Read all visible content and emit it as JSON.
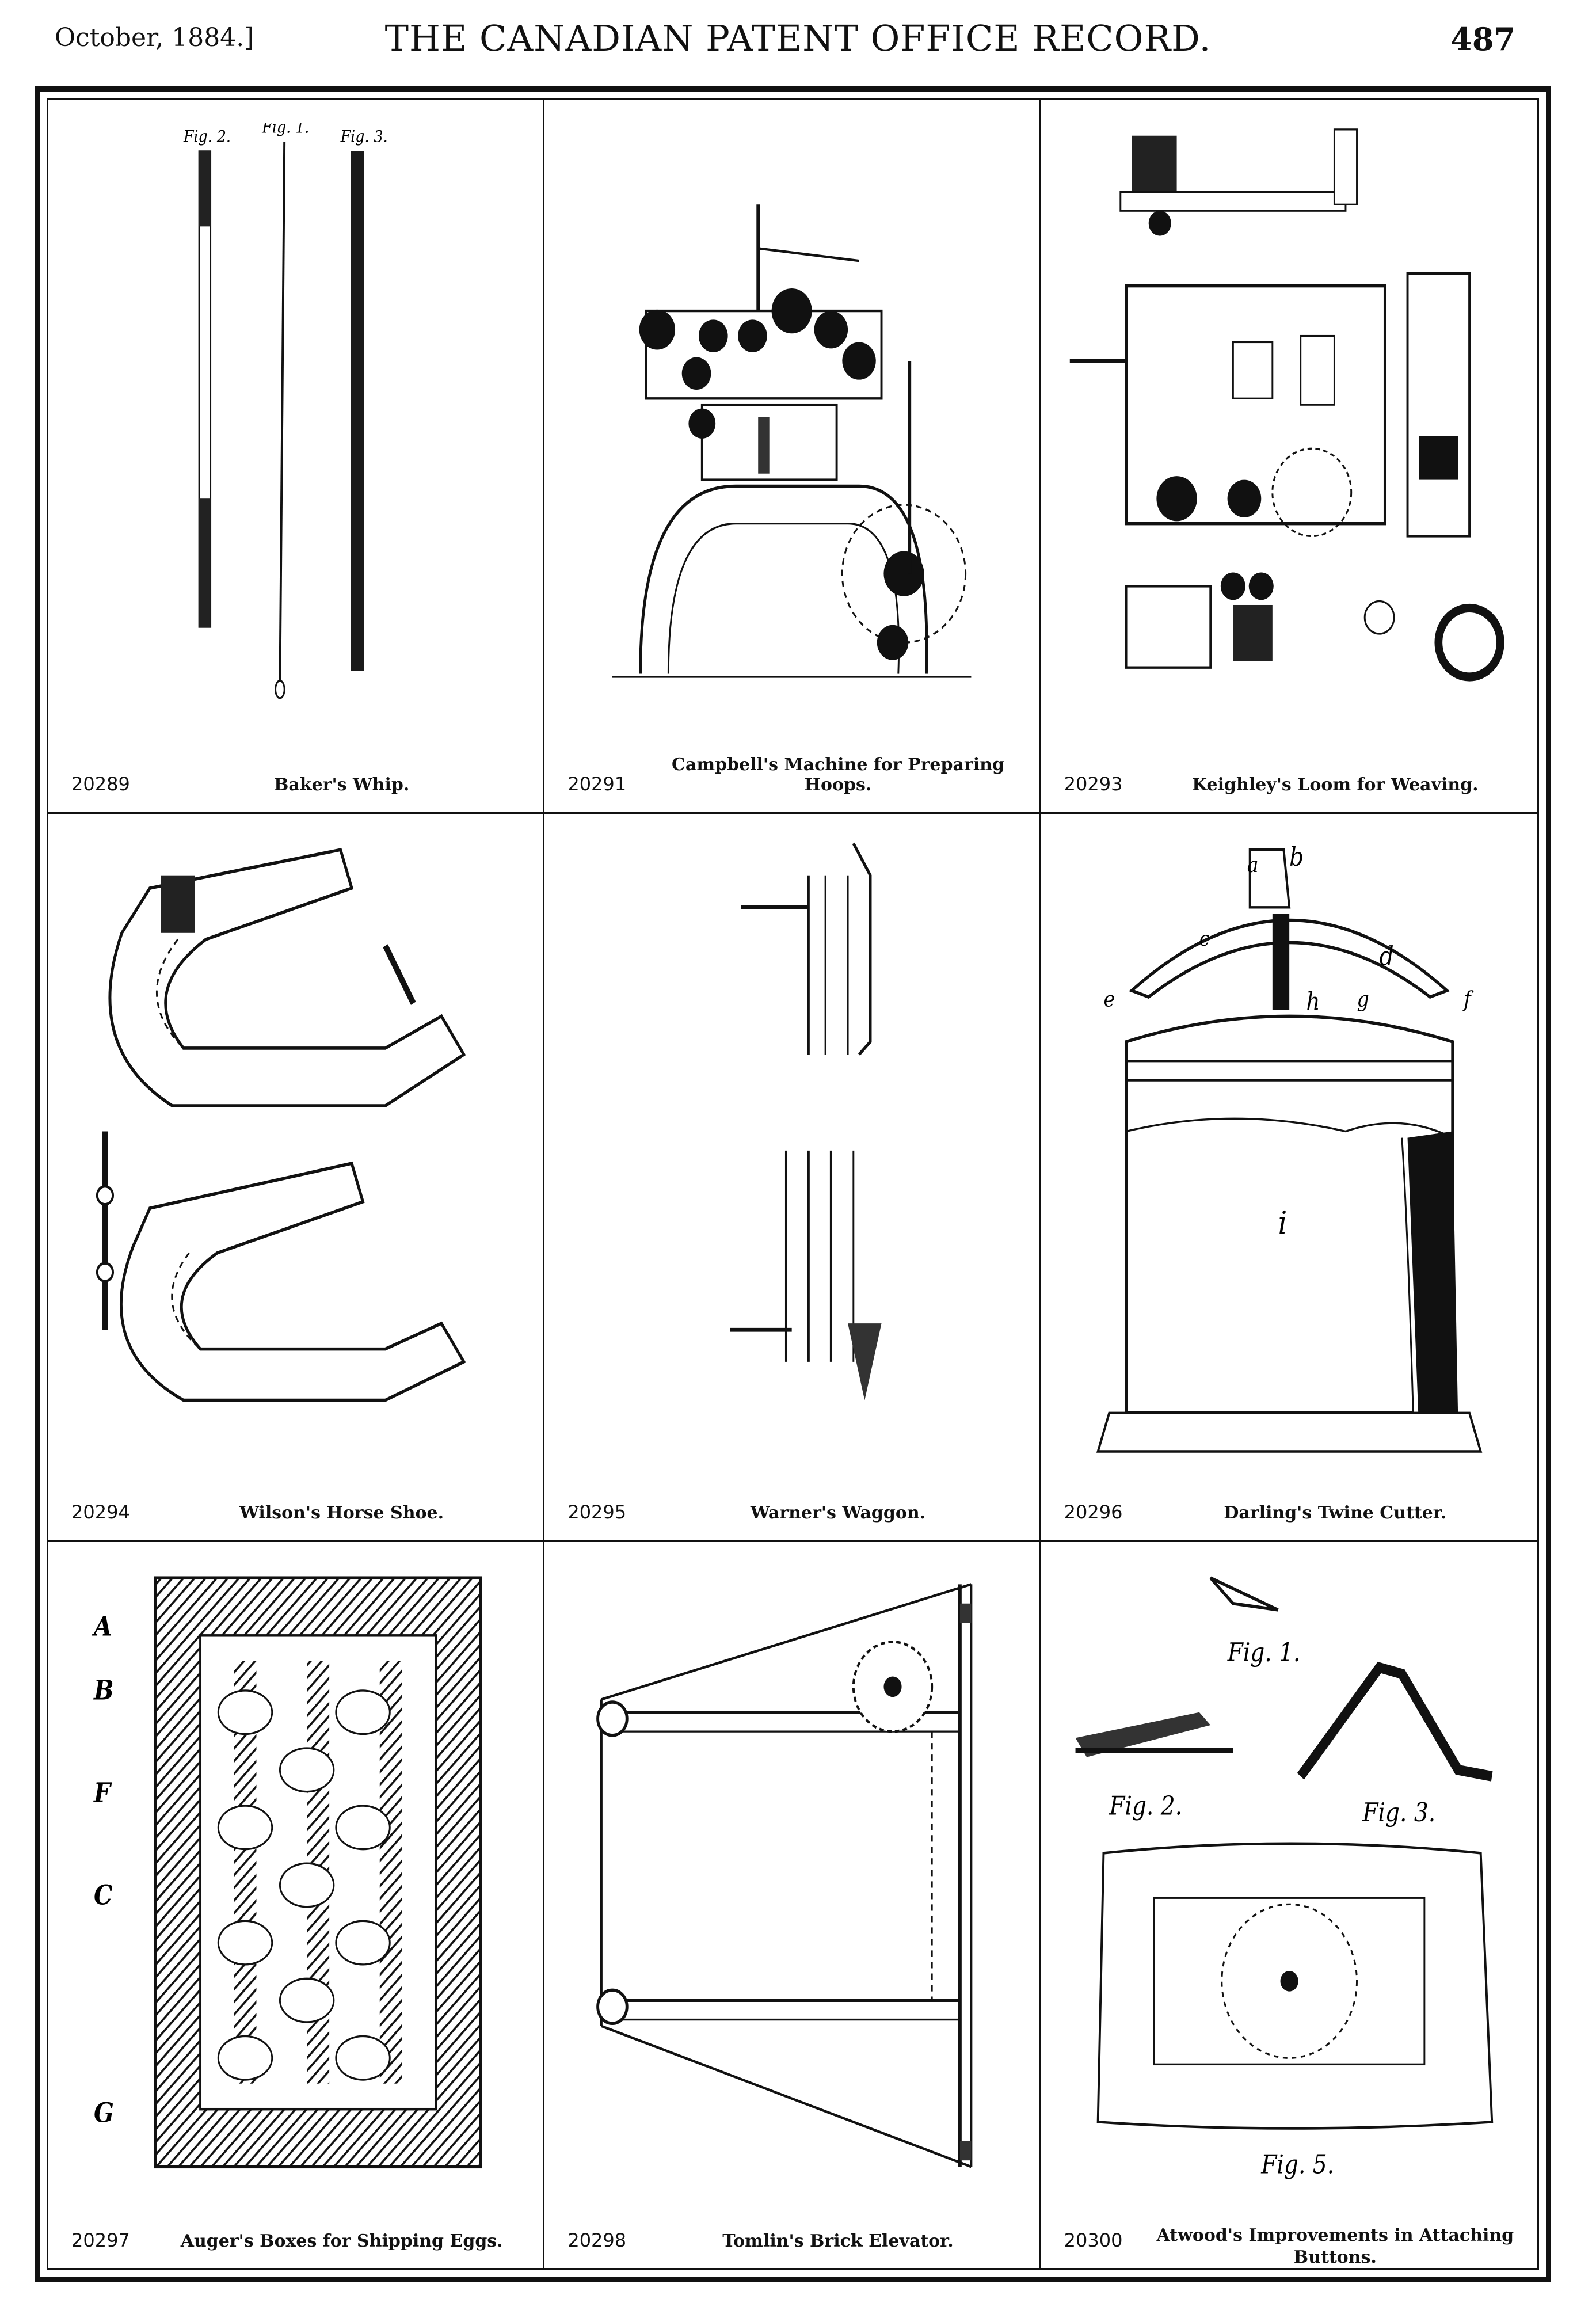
{
  "header": {
    "date": "October, 1884.]",
    "title": "THE CANADIAN PATENT OFFICE RECORD.",
    "page_number": "487"
  },
  "patents": [
    {
      "number": "20289",
      "title": "Baker's Whip."
    },
    {
      "number": "20291",
      "title": "Campbell's Machine for Preparing Hoops."
    },
    {
      "number": "20293",
      "title": "Keighley's Loom for Weaving."
    },
    {
      "number": "20294",
      "title": "Wilson's Horse Shoe."
    },
    {
      "number": "20295",
      "title": "Warner's Waggon."
    },
    {
      "number": "20296",
      "title": "Darling's Twine Cutter."
    },
    {
      "number": "20297",
      "title": "Auger's Boxes for Shipping Eggs."
    },
    {
      "number": "20298",
      "title": "Tomlin's Brick Elevator."
    },
    {
      "number": "20300",
      "title": "Atwood's Improvements in Attaching Buttons."
    }
  ],
  "figure_labels": {
    "whip": [
      "Fig. 2.",
      "Fig. 1.",
      "Fig. 3."
    ],
    "twine": [
      "a",
      "b",
      "c",
      "d",
      "e",
      "f",
      "g",
      "h",
      "i"
    ],
    "eggs": [
      "A",
      "B",
      "F",
      "C",
      "G"
    ],
    "buttons": [
      "Fig. 1.",
      "Fig. 2.",
      "Fig. 3.",
      "Fig. 5."
    ]
  }
}
